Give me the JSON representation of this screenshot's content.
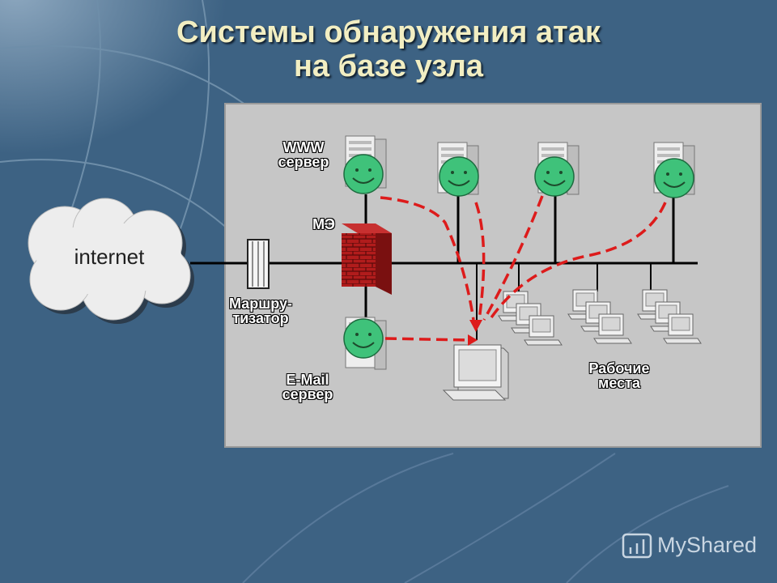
{
  "title": {
    "line1": "Системы обнаружения атак",
    "line2": "на базе узла"
  },
  "labels": {
    "www_line1": "WWW",
    "www_line2": "сервер",
    "firewall": "МЭ",
    "router_line1": "Маршру-",
    "router_line2": "тизатор",
    "email_line1": "E-Mail",
    "email_line2": "сервер",
    "workstations_line1": "Рабочие",
    "workstations_line2": "места",
    "internet": "internet"
  },
  "watermark": "MyShared",
  "colors": {
    "background": "#3d6283",
    "title": "#f2eec2",
    "panel": "#c6c6c6",
    "agent": "#3fc27a",
    "alert_line": "#dd1b1b",
    "firewall_brick": "#b11c1c"
  },
  "icons": [
    "cloud-icon",
    "router-icon",
    "firewall-icon",
    "server-icon",
    "smiley-agent-icon",
    "workstation-icon",
    "console-monitor-icon",
    "myshared-logo-icon"
  ]
}
